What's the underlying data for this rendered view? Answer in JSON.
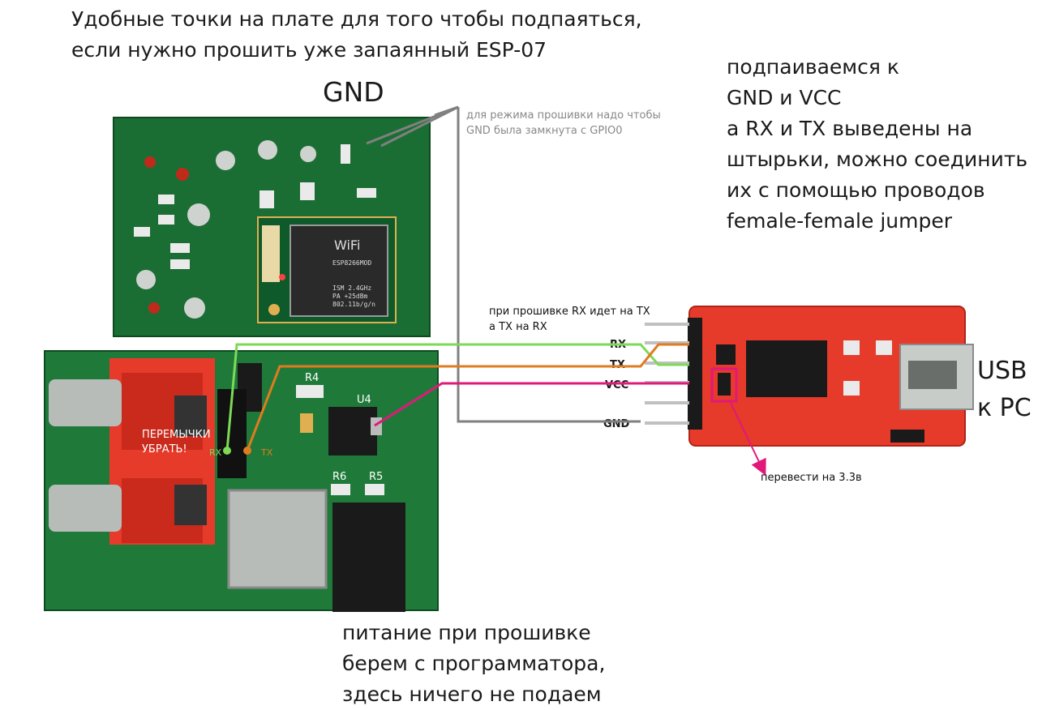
{
  "captions": {
    "top_left": [
      "Удобные точки на плате для того чтобы подпаяться,",
      "если нужно прошить уже запаянный ESP-07"
    ],
    "gnd_label": "GND",
    "gnd_note": [
      "для режима прошивки надо чтобы",
      "GND была замкнута с GPIO0"
    ],
    "top_right": [
      "подпаиваемся к",
      "GND и  VCC",
      "а RX и TX выведены на",
      "штырьки, можно соединить",
      "их с помощью проводов",
      "female-female jumper"
    ],
    "rx_tx_note": [
      "при прошивке RX идет на TX",
      "а TX на RX"
    ],
    "usb": [
      "USB",
      "к PC"
    ],
    "voltage_note": "перевести на 3.3в",
    "bottom": [
      "питание при прошивке",
      "берем с программатора,",
      "здесь ничего не подаем"
    ]
  },
  "board_labels": {
    "jumpers": [
      "ПЕРЕМЫЧКИ",
      "УБРАТЬ!"
    ],
    "rx": "RX",
    "tx": "TX",
    "r4": "R4",
    "u4": "U4",
    "r6": "R6",
    "r5": "R5",
    "esp_chip": [
      "WiFi",
      "ESP8266MOD",
      "ISM 2.4GHz",
      "PA +25dBm",
      "802.11b/g/n"
    ],
    "programmer_pins": [
      "RX",
      "TX",
      "VCC",
      "GND"
    ]
  },
  "colors": {
    "rx_wire": "#7ed957",
    "tx_wire": "#e07b20",
    "vcc_wire": "#e0197a",
    "gnd_wire": "#808080",
    "pcb_green": "#1f7a3a",
    "programmer_red": "#e63a2a"
  }
}
